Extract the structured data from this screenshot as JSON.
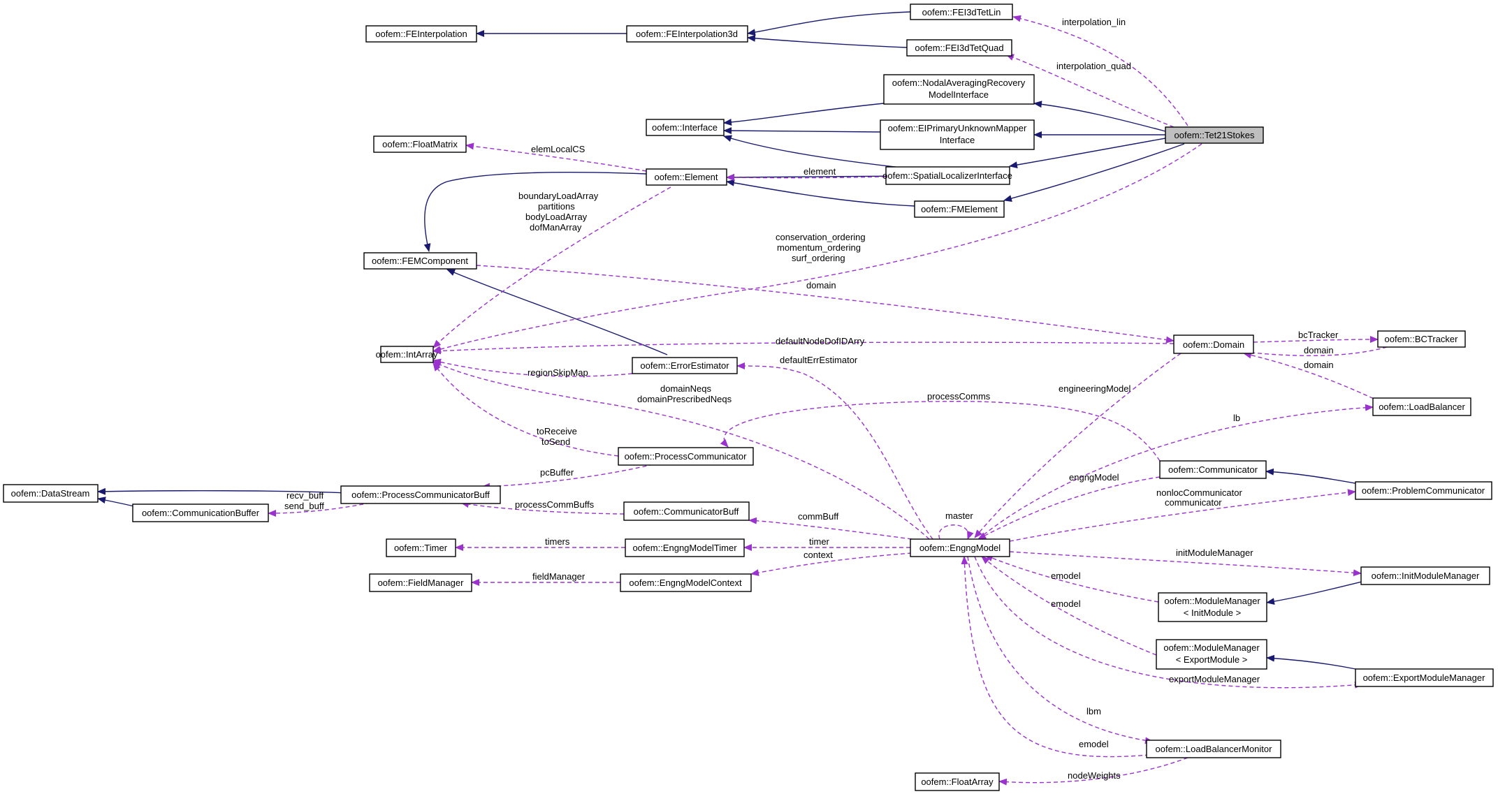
{
  "colors": {
    "inheritance_edge": "#191970",
    "usage_edge": "#9a32cd",
    "focus_fill": "#bfbfbf"
  },
  "nodes": {
    "fei3dtetlin": "oofem::FEI3dTetLin",
    "feinterpolation": "oofem::FEInterpolation",
    "feinterpolation3d": "oofem::FEInterpolation3d",
    "fei3dtetquad": "oofem::FEI3dTetQuad",
    "nodalavg_1": "oofem::NodalAveragingRecovery",
    "nodalavg_2": "ModelInterface",
    "interface": "oofem::Interface",
    "eiprimary_1": "oofem::EIPrimaryUnknownMapper",
    "eiprimary_2": "Interface",
    "tet21stokes": "oofem::Tet21Stokes",
    "floatmatrix": "oofem::FloatMatrix",
    "element": "oofem::Element",
    "spatiallocalizer": "oofem::SpatialLocalizerInterface",
    "fmelement": "oofem::FMElement",
    "femcomponent": "oofem::FEMComponent",
    "intarray": "oofem::IntArray",
    "errorestimator": "oofem::ErrorEstimator",
    "domain": "oofem::Domain",
    "bctracker": "oofem::BCTracker",
    "loadbalancer": "oofem::LoadBalancer",
    "processcommunicator": "oofem::ProcessCommunicator",
    "communicator": "oofem::Communicator",
    "datastream": "oofem::DataStream",
    "processcommunicatorbuff": "oofem::ProcessCommunicatorBuff",
    "problemcommunicator": "oofem::ProblemCommunicator",
    "communicationbuffer": "oofem::CommunicationBuffer",
    "communicatorbuff": "oofem::CommunicatorBuff",
    "timer": "oofem::Timer",
    "engngmodeltimer": "oofem::EngngModelTimer",
    "engngmodel": "oofem::EngngModel",
    "initmodulemanager": "oofem::InitModuleManager",
    "fieldmanager": "oofem::FieldManager",
    "engngmodelcontext": "oofem::EngngModelContext",
    "mm_init_1": "oofem::ModuleManager",
    "mm_init_2": "< InitModule >",
    "mm_export_1": "oofem::ModuleManager",
    "mm_export_2": "< ExportModule >",
    "exportmodulemanager": "oofem::ExportModuleManager",
    "loadbalancermonitor": "oofem::LoadBalancerMonitor",
    "floatarray": "oofem::FloatArray"
  },
  "edge_labels": {
    "interpolation_lin": "interpolation_lin",
    "interpolation_quad": "interpolation_quad",
    "elemlocalcs": "elemLocalCS",
    "element": "element",
    "femcomp_1": "boundaryLoadArray",
    "femcomp_2": "partitions",
    "femcomp_3": "bodyLoadArray",
    "femcomp_4": "dofManArray",
    "ordering_1": "conservation_ordering",
    "ordering_2": "momentum_ordering",
    "ordering_3": "surf_ordering",
    "domain_top": "domain",
    "defaultnodedof": "defaultNodeDofIDArry",
    "bctracker": "bcTracker",
    "domain_bc": "domain",
    "domain_lb": "domain",
    "regionskipmap": "regionSkipMap",
    "defaulterrestimator": "defaultErrEstimator",
    "domainneqs_1": "domainNeqs",
    "domainneqs_2": "domainPrescribedNeqs",
    "processcomms": "processComms",
    "engineeringmodel": "engineeringModel",
    "lb": "lb",
    "toreceive_1": "toReceive",
    "toreceive_2": "toSend",
    "pcbuffer": "pcBuffer",
    "engngmodel_comm": "engngModel",
    "recvbuff_1": "recv_buff",
    "recvbuff_2": "send_buff",
    "processcommbuffs": "processCommBuffs",
    "master": "master",
    "nonloc_1": "nonlocCommunicator",
    "nonloc_2": "communicator",
    "commbuff": "commBuff",
    "timers": "timers",
    "timer": "timer",
    "context": "context",
    "initmodulemanager": "initModuleManager",
    "fieldmanager": "fieldManager",
    "emodel_1": "emodel",
    "emodel_2": "emodel",
    "exportmodulemanager": "exportModuleManager",
    "lbm": "lbm",
    "emodel_3": "emodel",
    "nodeweights": "nodeWeights"
  }
}
